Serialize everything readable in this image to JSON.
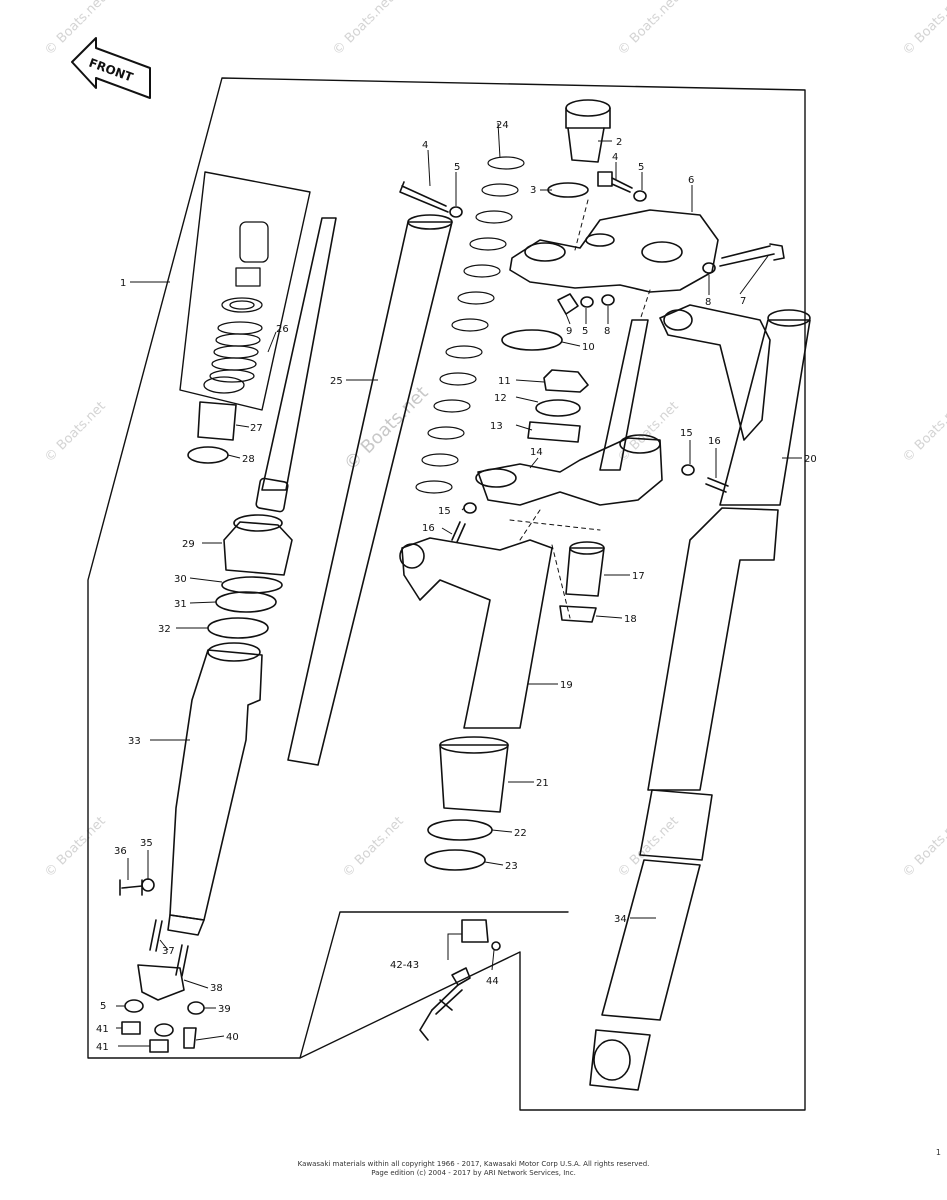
{
  "watermarks": {
    "brand": "© Boats.net",
    "center": "© Boats.net"
  },
  "front_label": "FRONT",
  "part_labels": [
    "1",
    "2",
    "3",
    "4",
    "4",
    "5",
    "5",
    "5",
    "5",
    "6",
    "7",
    "8",
    "8",
    "9",
    "10",
    "11",
    "12",
    "13",
    "14",
    "15",
    "15",
    "16",
    "16",
    "17",
    "18",
    "19",
    "20",
    "21",
    "22",
    "23",
    "24",
    "25",
    "26",
    "27",
    "28",
    "29",
    "30",
    "31",
    "32",
    "33",
    "34",
    "35",
    "36",
    "37",
    "38",
    "39",
    "40",
    "41",
    "41",
    "42-43",
    "44"
  ],
  "footer": {
    "line1": "Kawasaki materials within all copyright 1966 - 2017, Kawasaki Motor Corp U.S.A.  All rights reserved.",
    "line2": "Page edition (c) 2004 - 2017 by ARI Network Services, Inc."
  },
  "page_number": "1",
  "colors": {
    "line": "#111111",
    "watermark": "#d4d4d4"
  }
}
